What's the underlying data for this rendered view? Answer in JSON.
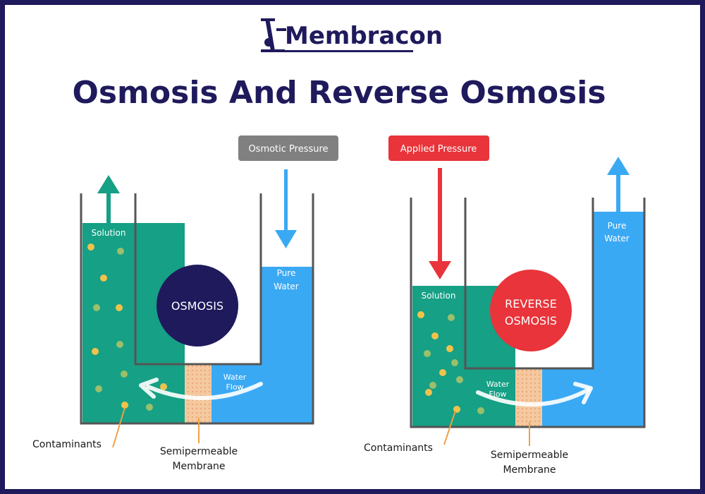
{
  "logo": {
    "text": "Membracon"
  },
  "title": "Osmosis And Reverse Osmosis",
  "osmosis": {
    "circle_label": "OSMOSIS",
    "pressure_label": "Osmotic Pressure",
    "solution_label": "Solution",
    "pure_water_label_line1": "Pure",
    "pure_water_label_line2": "Water",
    "flow_label_line1": "Water",
    "flow_label_line2": "Flow",
    "contaminants_label": "Contaminants",
    "membrane_label_line1": "Semipermeable",
    "membrane_label_line2": "Membrane"
  },
  "reverse_osmosis": {
    "circle_label_line1": "REVERSE",
    "circle_label_line2": "OSMOSIS",
    "pressure_label": "Applied Pressure",
    "solution_label": "Solution",
    "pure_water_label_line1": "Pure",
    "pure_water_label_line2": "Water",
    "flow_label_line1": "Water",
    "flow_label_line2": "Flow",
    "contaminants_label": "Contaminants",
    "membrane_label_line1": "Semipermeable",
    "membrane_label_line2": "Membrane"
  },
  "colors": {
    "navy": "#1f1a5c",
    "solution_green": "#16a085",
    "pure_blue": "#3aa9f4",
    "membrane_tan": "#f5c9a0",
    "contaminant_gold": "#f0c24b",
    "contaminant_olive": "#9bbf6a",
    "osmotic_gray": "#808080",
    "applied_red": "#e8343a",
    "tank_gray": "#555555",
    "pointer_orange": "#f0a045"
  }
}
